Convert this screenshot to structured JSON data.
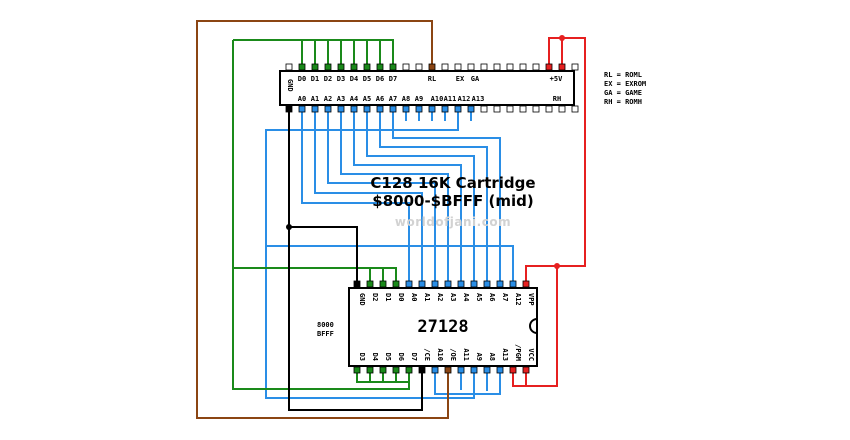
{
  "title": {
    "line1": "C128 16K Cartridge",
    "line2": "$8000-$BFFF (mid)"
  },
  "watermark": "worldofjani.com",
  "legend": [
    "RL = ROML",
    "EX = EXROM",
    "GA = GAME",
    "RH = ROMH"
  ],
  "chip": {
    "name": "27128",
    "range_label": [
      "8000",
      "BFFF"
    ]
  },
  "connector": {
    "top_labels": [
      "GND",
      "D0",
      "D1",
      "D2",
      "D3",
      "D4",
      "D5",
      "D6",
      "D7",
      "RL",
      "EX",
      "GA",
      "+5V"
    ],
    "bottom_labels": [
      "A0",
      "A1",
      "A2",
      "A3",
      "A4",
      "A5",
      "A6",
      "A7",
      "A8",
      "A9",
      "A10",
      "A11",
      "A12",
      "A13",
      "RH"
    ]
  },
  "chip_pins": {
    "top": [
      "GND",
      "D2",
      "D1",
      "D0",
      "A0",
      "A1",
      "A2",
      "A3",
      "A4",
      "A5",
      "A6",
      "A7",
      "A12",
      "VPP"
    ],
    "bottom": [
      "D3",
      "D4",
      "D5",
      "D6",
      "D7",
      "/CE",
      "A10",
      "/OE",
      "A11",
      "A9",
      "A8",
      "A13",
      "/PGM",
      "VCC"
    ]
  },
  "colors": {
    "ground": "#000000",
    "data": "#1a8a1a",
    "address": "#2a8ee6",
    "power": "#e62020",
    "romlow": "#8b4513",
    "pin_empty": "#ffffff"
  }
}
